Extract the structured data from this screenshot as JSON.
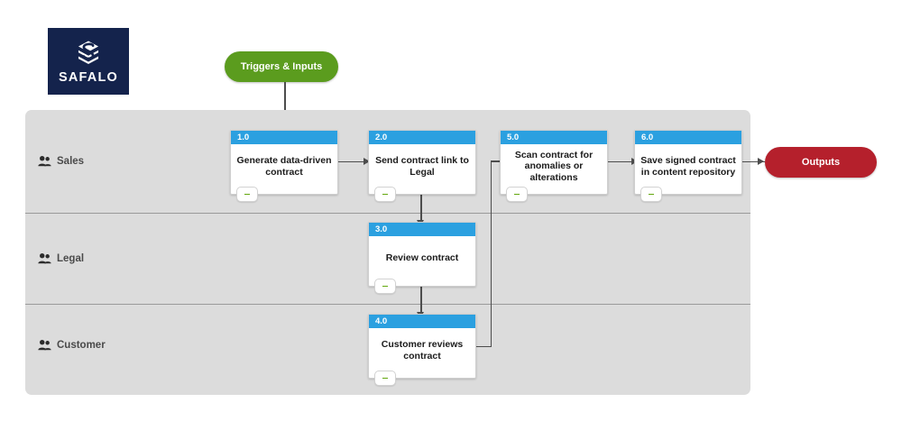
{
  "brand": {
    "name": "SAFALO",
    "logo_icon": "stacked-hexagon-s-logo",
    "bg_color": "#14234c"
  },
  "start": {
    "label": "Triggers & Inputs",
    "color": "#5b9c1e"
  },
  "end": {
    "label": "Outputs",
    "color": "#b5202c"
  },
  "lanes": [
    {
      "label": "Sales",
      "icon": "people-group-icon"
    },
    {
      "label": "Legal",
      "icon": "people-group-icon"
    },
    {
      "label": "Customer",
      "icon": "people-group-icon"
    }
  ],
  "header_color": "#2ba0e0",
  "badge_mark": "-",
  "nodes": [
    {
      "id": "1.0",
      "text": "Generate data-driven contract",
      "lane": "Sales"
    },
    {
      "id": "2.0",
      "text": "Send contract link to Legal",
      "lane": "Sales"
    },
    {
      "id": "5.0",
      "text": "Scan contract for anomalies or alterations",
      "lane": "Sales"
    },
    {
      "id": "6.0",
      "text": "Save signed contract in content repository",
      "lane": "Sales"
    },
    {
      "id": "3.0",
      "text": "Review contract",
      "lane": "Legal"
    },
    {
      "id": "4.0",
      "text": "Customer reviews contract",
      "lane": "Customer"
    }
  ]
}
